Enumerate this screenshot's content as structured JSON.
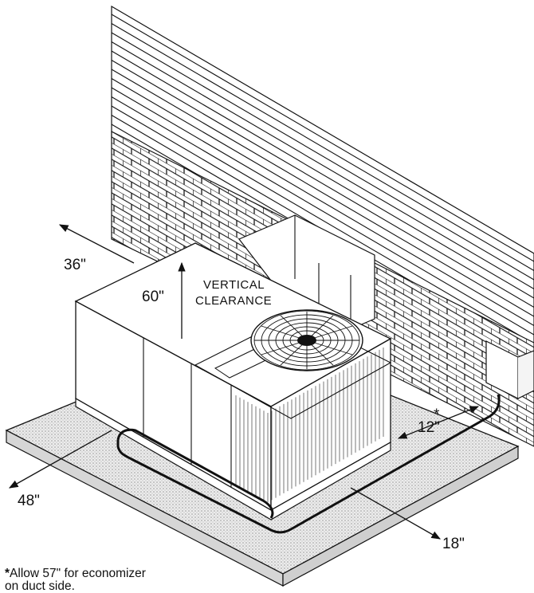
{
  "labels": {
    "dim_left_back": "36\"",
    "dim_vertical": "60\"",
    "vertical_clearance_line1": "VERTICAL",
    "vertical_clearance_line2": "CLEARANCE",
    "dim_front_left": "48\"",
    "dim_front_right": "18\"",
    "dim_side": "12\"",
    "asterisk": "*"
  },
  "footnote": {
    "marker": "*",
    "line1": "Allow 57\" for economizer",
    "line2": "on duct side."
  },
  "colors": {
    "ink": "#111111",
    "pad_fill": "#e3e3e3",
    "unit_fill": "#ffffff"
  }
}
